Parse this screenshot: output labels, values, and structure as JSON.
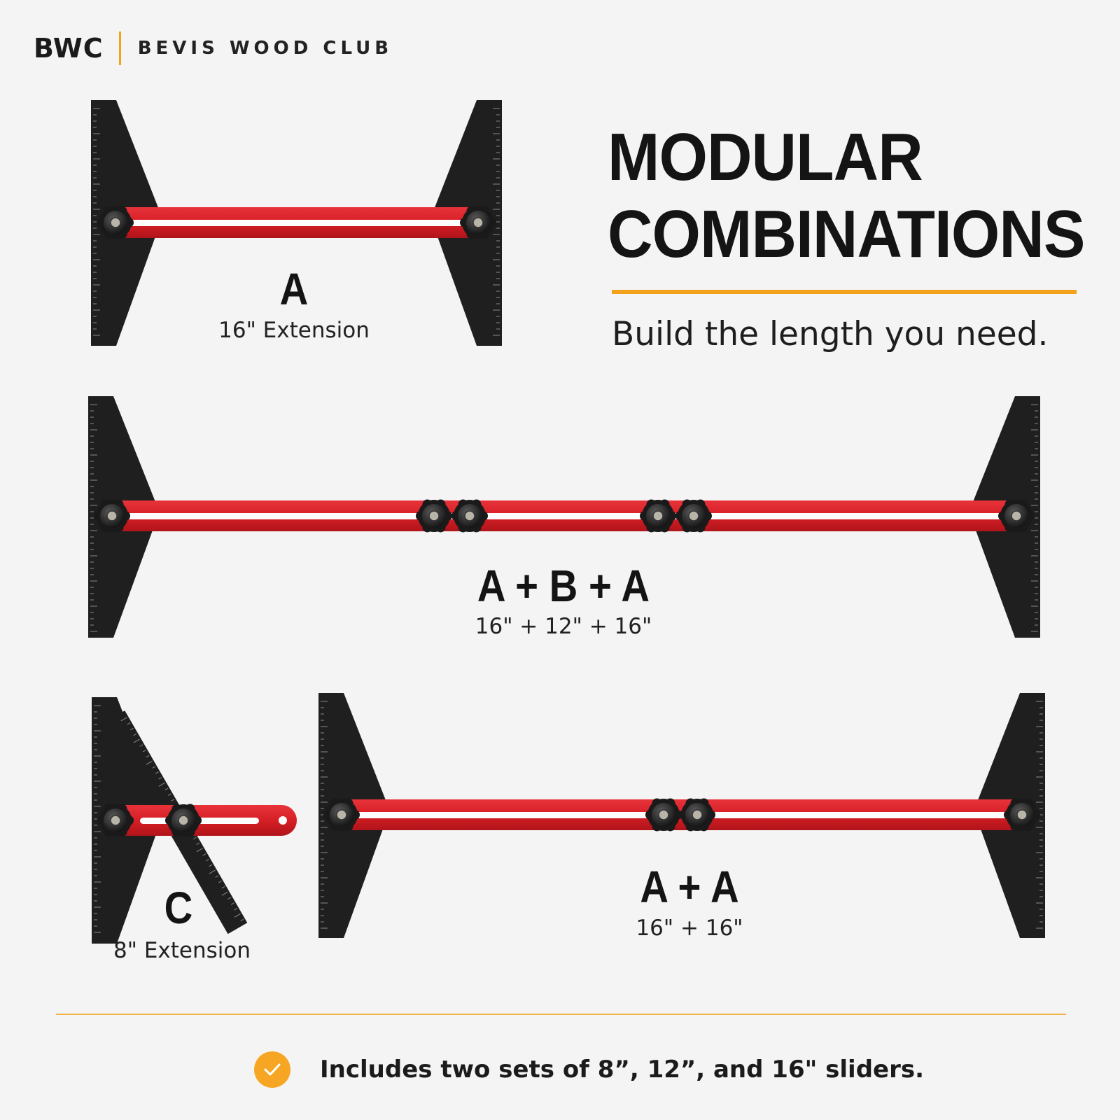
{
  "brand": {
    "logo": "BWC",
    "name": "BEVIS WOOD CLUB"
  },
  "headline": {
    "line1": "MODULAR",
    "line2": "COMBINATIONS",
    "tagline": "Build the length you need."
  },
  "configs": [
    {
      "label": "A",
      "sub": "16\" Extension"
    },
    {
      "label": "A + B + A",
      "sub": "16\" + 12\" + 16\""
    },
    {
      "label": "C",
      "sub": "8\" Extension"
    },
    {
      "label": "A + A",
      "sub": "16\" + 16\""
    }
  ],
  "footer": {
    "icon": "check-icon",
    "text": "Includes two sets of 8”, 12”, and 16\" sliders."
  },
  "colors": {
    "accent": "#f2a21b",
    "bar_red": "#d81f26",
    "ruler_black": "#1f1f1f",
    "background": "#f4f4f4"
  }
}
